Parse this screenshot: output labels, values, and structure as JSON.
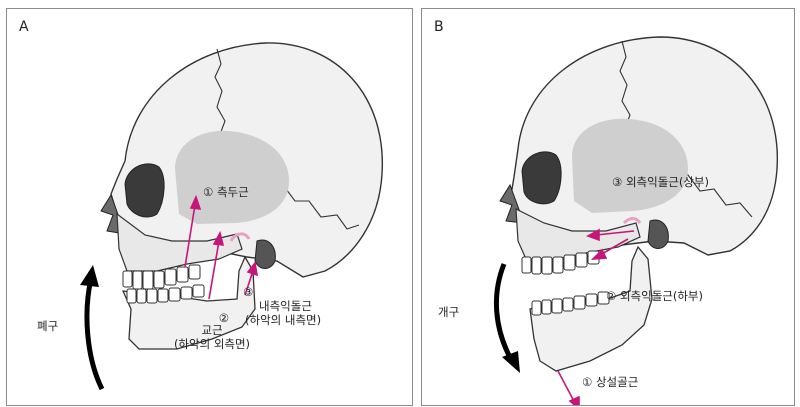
{
  "panel_a": {
    "label": "A",
    "muscles": [
      {
        "num": "①",
        "name": "측두근"
      },
      {
        "num": "②",
        "name": "교근",
        "note": "(하악의 외측면)"
      },
      {
        "num": "③",
        "name": "내측익돌근",
        "note": "(하악의 내측면)"
      }
    ],
    "motion": "폐구"
  },
  "panel_b": {
    "label": "B",
    "muscles": [
      {
        "num": "③",
        "name": "외측익돌근(상부)"
      },
      {
        "num": "②",
        "name": "외측익돌근(하부)"
      },
      {
        "num": "①",
        "name": "상설골근"
      }
    ],
    "motion": "개구"
  },
  "colors": {
    "arrow": "#c8157a",
    "bone": "#f1f1f1",
    "temporal_area": "#cfcfcf",
    "outline": "#333333",
    "motion_arrow": "#000000"
  }
}
